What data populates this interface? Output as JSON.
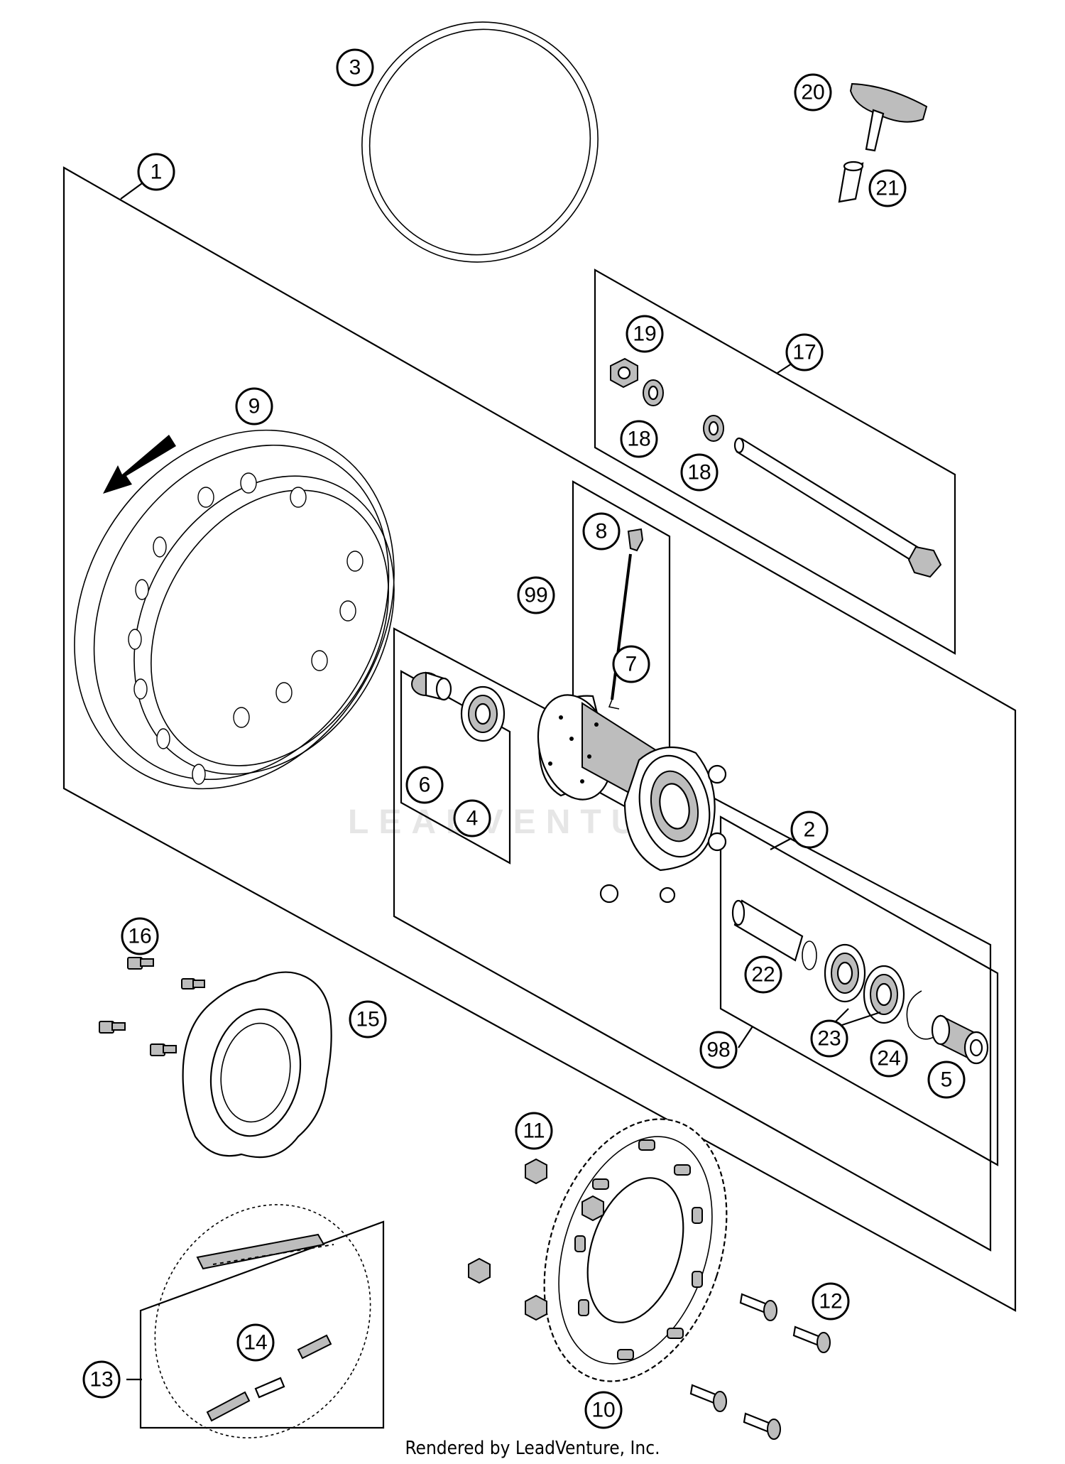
{
  "callouts": [
    {
      "id": "1",
      "label": "1"
    },
    {
      "id": "2",
      "label": "2"
    },
    {
      "id": "3",
      "label": "3"
    },
    {
      "id": "4",
      "label": "4"
    },
    {
      "id": "5",
      "label": "5"
    },
    {
      "id": "6",
      "label": "6"
    },
    {
      "id": "7",
      "label": "7"
    },
    {
      "id": "8",
      "label": "8"
    },
    {
      "id": "9",
      "label": "9"
    },
    {
      "id": "10",
      "label": "10"
    },
    {
      "id": "11",
      "label": "11"
    },
    {
      "id": "12",
      "label": "12"
    },
    {
      "id": "13",
      "label": "13"
    },
    {
      "id": "14",
      "label": "14"
    },
    {
      "id": "15",
      "label": "15"
    },
    {
      "id": "16",
      "label": "16"
    },
    {
      "id": "17",
      "label": "17"
    },
    {
      "id": "18a",
      "label": "18"
    },
    {
      "id": "18b",
      "label": "18"
    },
    {
      "id": "19",
      "label": "19"
    },
    {
      "id": "20",
      "label": "20"
    },
    {
      "id": "21",
      "label": "21"
    },
    {
      "id": "22",
      "label": "22"
    },
    {
      "id": "23",
      "label": "23"
    },
    {
      "id": "24",
      "label": "24"
    },
    {
      "id": "98",
      "label": "98"
    },
    {
      "id": "99",
      "label": "99"
    }
  ],
  "footer": "Rendered by LeadVenture, Inc.",
  "watermark": "LEADVENTURE"
}
